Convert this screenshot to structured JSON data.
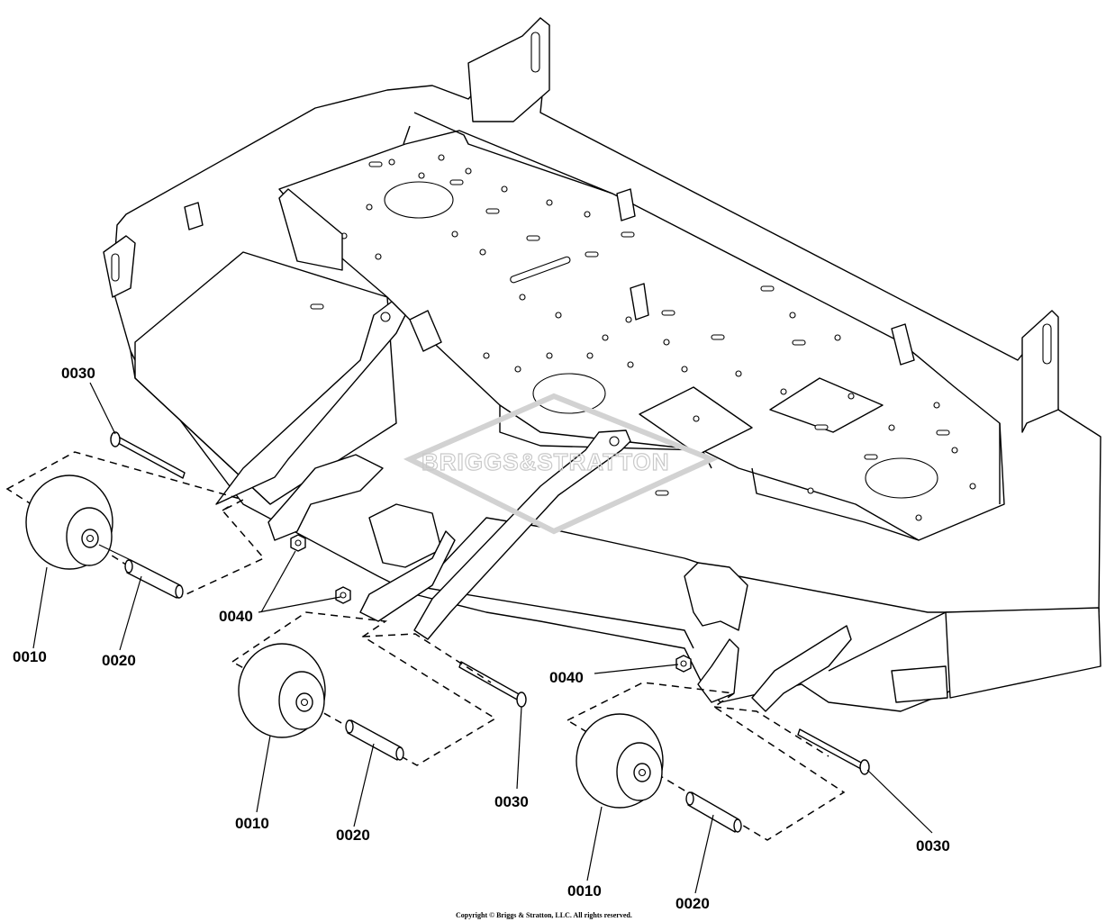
{
  "diagram": {
    "watermark_text": "BRIGGS&STRATTON",
    "copyright": "Copyright © Briggs & Stratton, LLC. All rights reserved.",
    "callouts": {
      "c1": "0030",
      "c2": "0040",
      "c3": "0010",
      "c4": "0020",
      "c5": "0040",
      "c6": "0010",
      "c7": "0020",
      "c8": "0030",
      "c9": "0040",
      "c10": "0010",
      "c11": "0020",
      "c12": "0030"
    },
    "colors": {
      "line": "#000000",
      "background": "#ffffff",
      "watermark": "#c9c9c9"
    }
  }
}
